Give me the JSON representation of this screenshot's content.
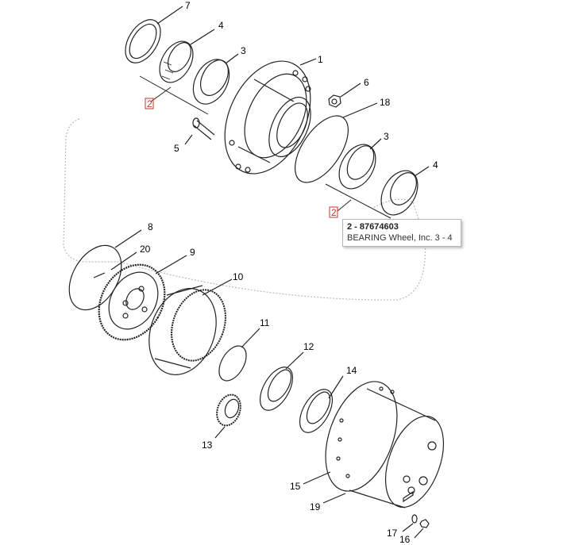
{
  "diagram": {
    "callouts": [
      "7",
      "4",
      "3",
      "1",
      "6",
      "18",
      "3",
      "4",
      "2",
      "2",
      "5",
      "8",
      "20",
      "9",
      "10",
      "11",
      "12",
      "14",
      "13",
      "15",
      "19",
      "17",
      "16"
    ],
    "tooltip": {
      "line1": "2 - 87674603",
      "line2": "BEARING Wheel, Inc. 3 - 4"
    }
  }
}
